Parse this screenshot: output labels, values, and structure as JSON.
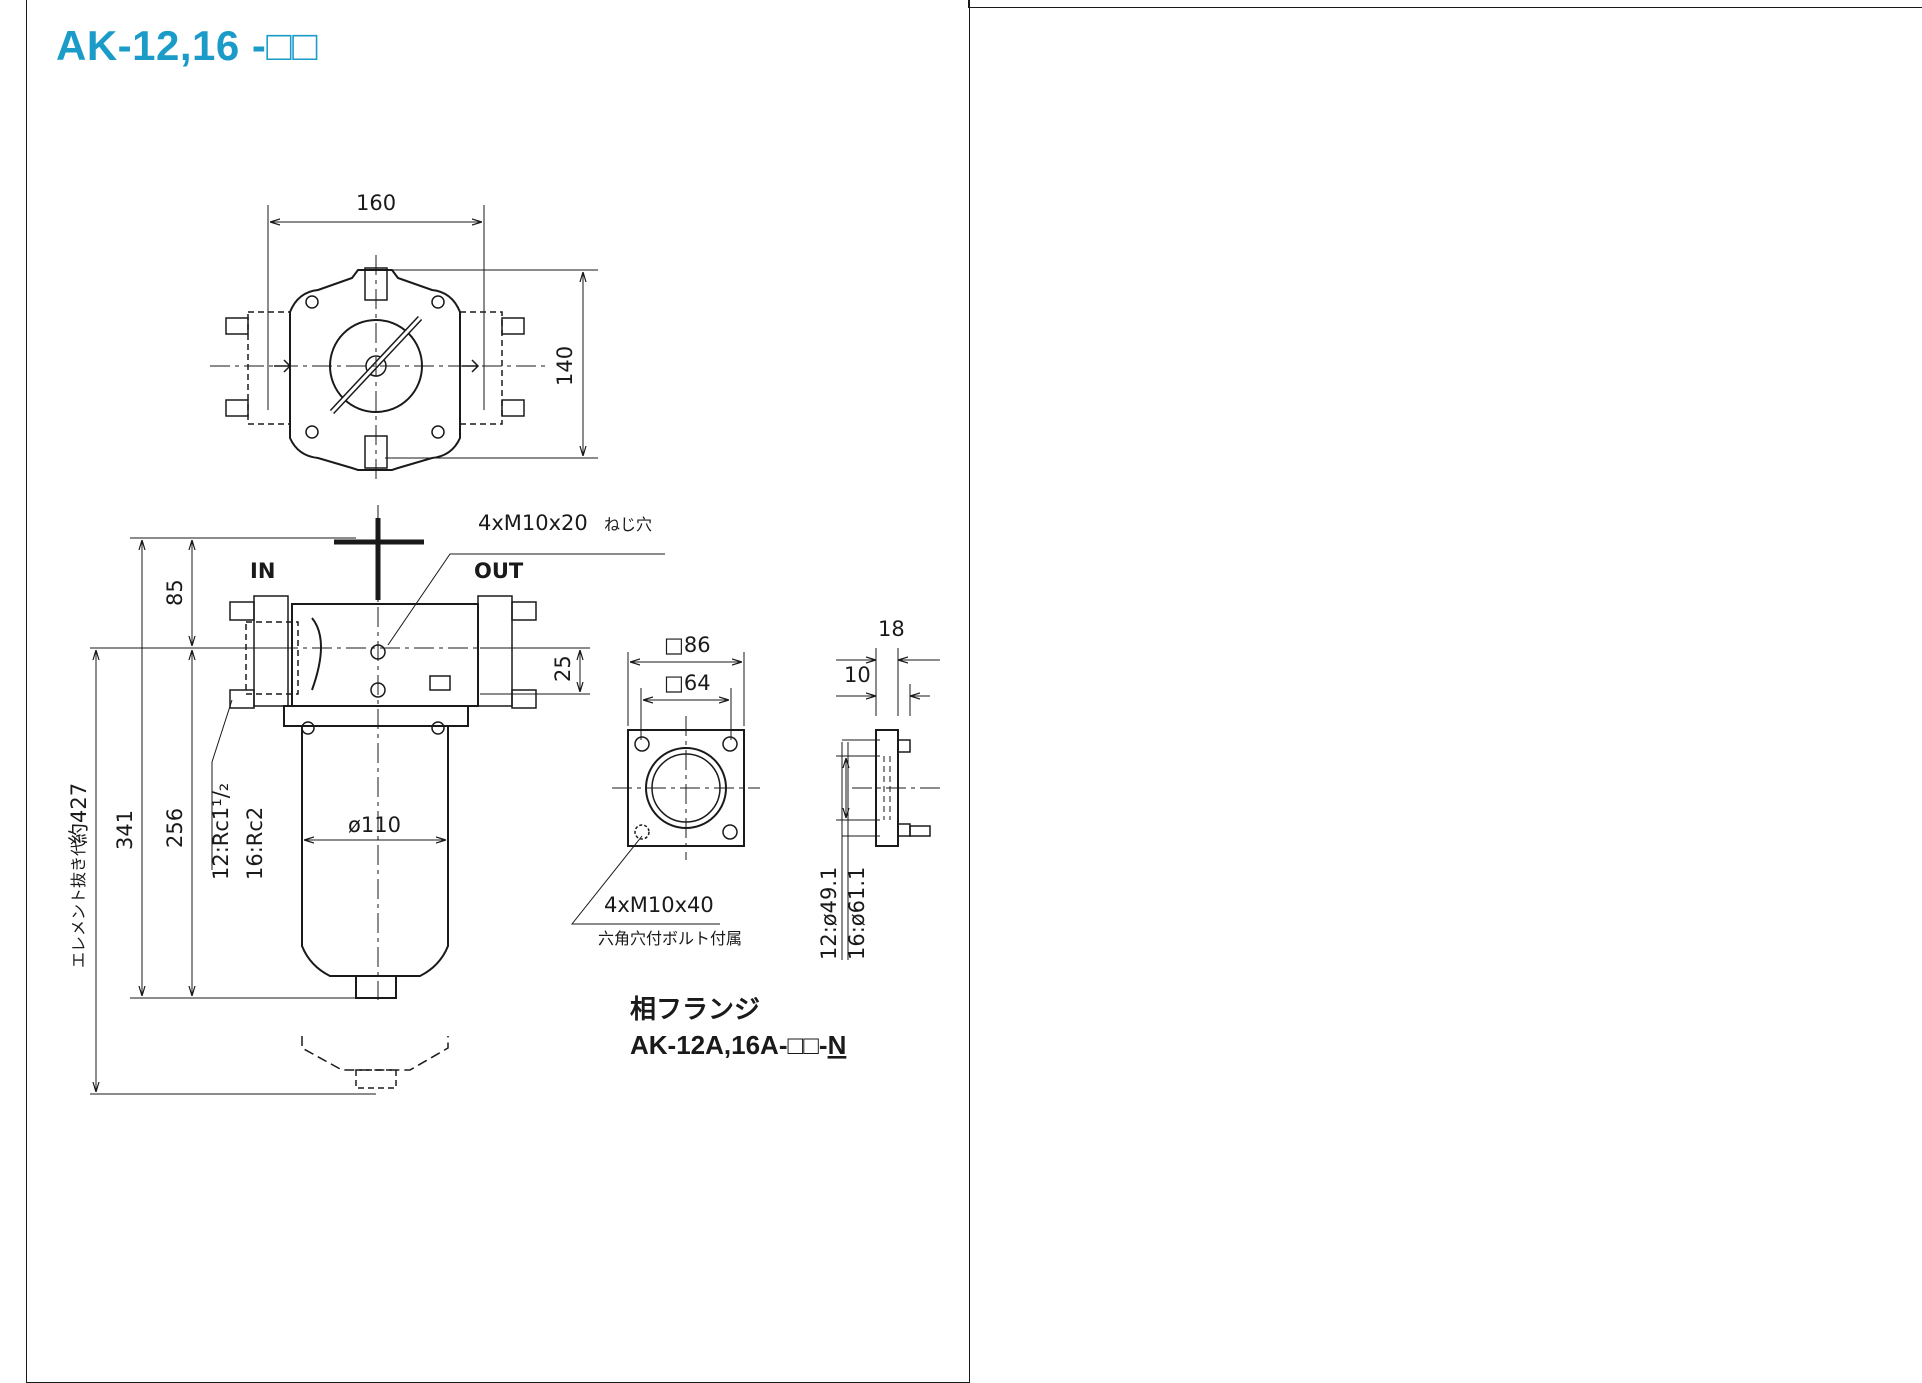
{
  "title": "AK-12,16 -□□",
  "dims": {
    "width_160": "160",
    "height_140": "140",
    "d85": "85",
    "d25": "25",
    "d341": "341",
    "d256": "256",
    "dia110": "ø110",
    "sq86": "□86",
    "sq64": "□64",
    "d18": "18",
    "d10": "10",
    "about427": "約427"
  },
  "labels": {
    "in": "IN",
    "out": "OUT",
    "screw_holes": "4xM10x20",
    "screw_holes_jp": "ねじ穴",
    "bolts": "4xM10x40",
    "bolts_jp": "六角穴付ボルト付属",
    "element_clearance": "エレメント抜き代",
    "port_12": "12:Rc1¹/₂",
    "port_16": "16:Rc2",
    "bore_12": "12:ø49.1",
    "bore_16": "16:ø61.1",
    "flange_title": "相フランジ",
    "flange_model": "AK-12A,16A-□□-",
    "flange_model_suffix": "N"
  }
}
